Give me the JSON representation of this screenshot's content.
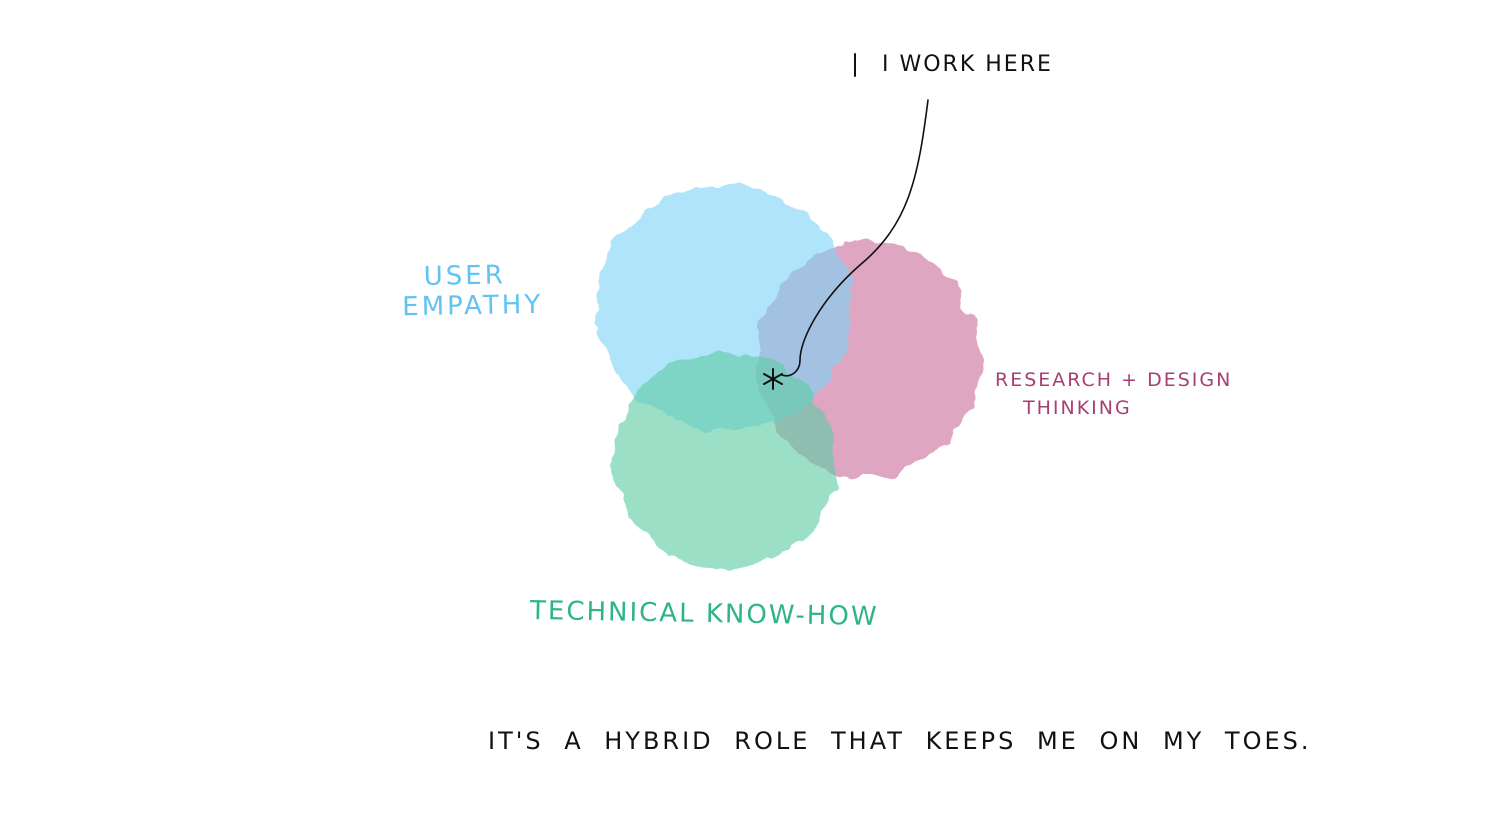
{
  "diagram": {
    "type": "venn",
    "sets": [
      {
        "id": "user",
        "label_lines": [
          "USER",
          "EMPATHY"
        ],
        "color": "#7fd3f7",
        "text_color": "#62c3f2"
      },
      {
        "id": "research",
        "label_lines": [
          "RESEARCH + DESIGN",
          "THINKING"
        ],
        "color": "#c9709a",
        "text_color": "#a83f72"
      },
      {
        "id": "tech",
        "label_lines": [
          "TECHNICAL KNOW-HOW"
        ],
        "color": "#5fcca5",
        "text_color": "#2fb38a"
      }
    ],
    "annotation": {
      "text": "I WORK HERE",
      "marker": "*",
      "color": "#111111"
    },
    "caption": "IT'S A HYBRID ROLE THAT KEEPS ME ON MY TOES."
  }
}
